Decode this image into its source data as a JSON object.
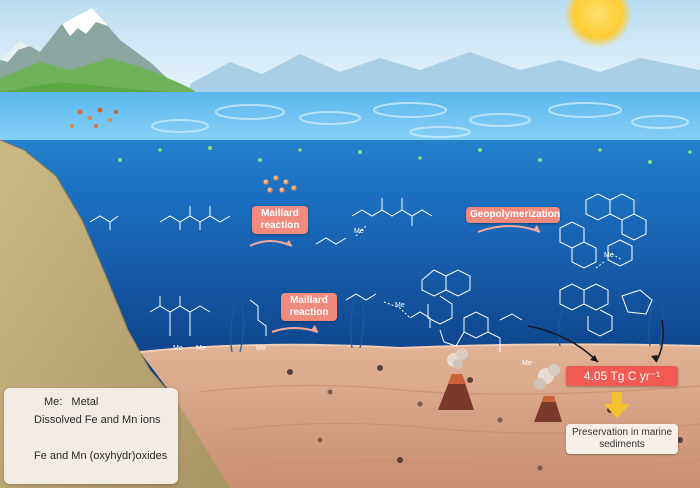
{
  "labels": {
    "maillard_1": "Maillard reaction",
    "maillard_2": "Maillard reaction",
    "geopolymerization": "Geopolymerization",
    "flux": "4.05 Tg C yr⁻¹",
    "preservation": "Preservation in marine sediments",
    "metal_me": "Me",
    "methyl_me": "Me"
  },
  "legend": {
    "metal_key": "Me:",
    "metal_value": "Metal",
    "dissolved": "Dissolved Fe and Mn ions",
    "oxides": "Fe and Mn (oxyhydr)oxides"
  },
  "colors": {
    "sea_surface": "#7fc8f0",
    "deep_sea": "#0d3f86",
    "sediment": "#d9a88a",
    "pill": "#f08a7c",
    "flux_box": "#f05a52",
    "arrow_yellow": "#f2c230",
    "sun": "#ffd54a"
  },
  "icons": [
    "mountain-icon",
    "sun-icon",
    "volcano-icon",
    "down-arrow-icon",
    "dissolved-ion-icon",
    "oxide-particle-icon"
  ]
}
